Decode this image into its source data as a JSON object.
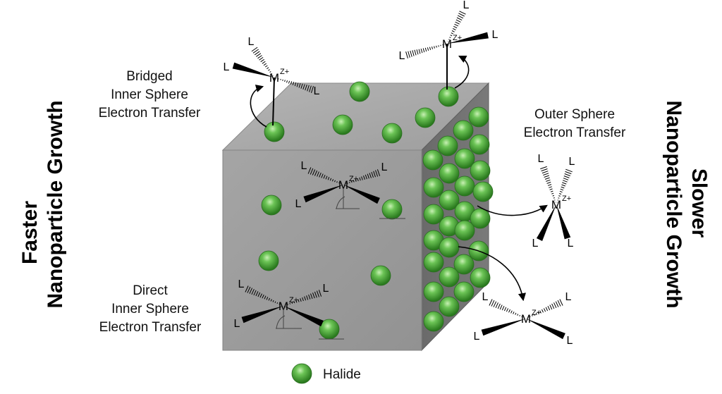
{
  "labels": {
    "left_line1": "Faster",
    "left_line2": "Nanoparticle Growth",
    "right_line1": "Slower",
    "right_line2": "Nanoparticle Growth",
    "bridged_1": "Bridged",
    "bridged_2": "Inner Sphere",
    "bridged_3": "Electron Transfer",
    "direct_1": "Direct",
    "direct_2": "Inner Sphere",
    "direct_3": "Electron Transfer",
    "outer_1": "Outer Sphere",
    "outer_2": "Electron Transfer",
    "legend": "Halide"
  },
  "complex": {
    "metal": "M",
    "charge": "Z+",
    "ligand": "L"
  },
  "colors": {
    "cube_front": "#9b9b9b",
    "cube_top": "#a8a8a8",
    "cube_side": "#6f6f6f",
    "halide": "#3f9d2f"
  }
}
